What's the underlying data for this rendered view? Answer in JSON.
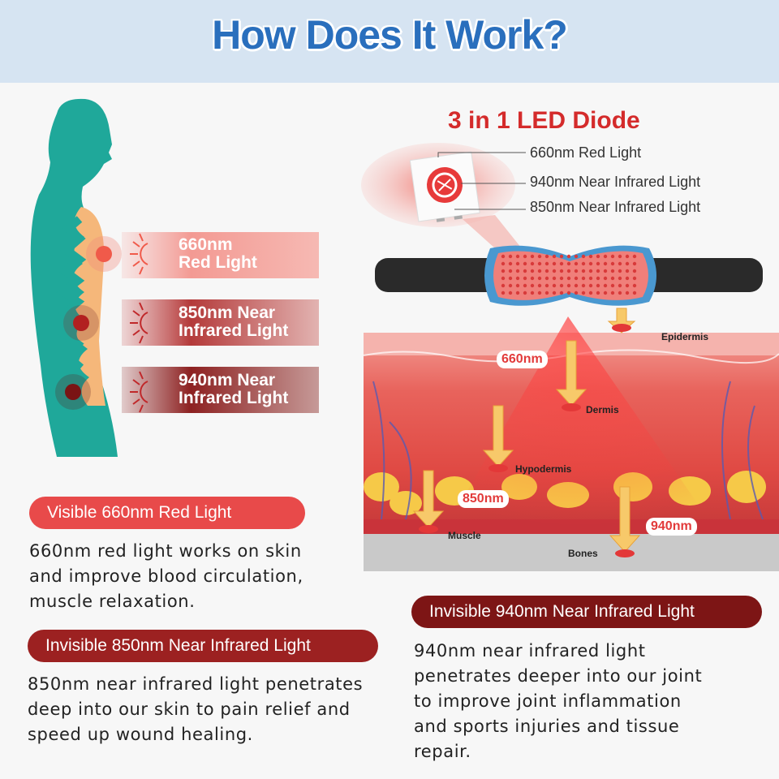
{
  "header": {
    "title": "How Does It Work?"
  },
  "left_figure": {
    "wavelengths": [
      {
        "line1": "660nm",
        "line2": "Red Light"
      },
      {
        "line1": "850nm Near",
        "line2": "Infrared Light"
      },
      {
        "line1": "940nm Near",
        "line2": "Infrared Light"
      }
    ]
  },
  "right_figure": {
    "diode_title": "3 in 1 LED Diode",
    "diode_labels": [
      "660nm Red Light",
      "940nm Near Infrared Light",
      "850nm Near Infrared Light"
    ],
    "layers": [
      "Epidermis",
      "Dermis",
      "Hypodermis",
      "Muscle",
      "Bones"
    ],
    "depth_tags": [
      "660nm",
      "850nm",
      "940nm"
    ]
  },
  "sections": {
    "red": {
      "title": "Visible 660nm Red Light",
      "lines": [
        "660nm red light works on skin",
        "and improve blood circulation,",
        "muscle relaxation."
      ]
    },
    "nir850": {
      "title": "Invisible 850nm Near Infrared Light",
      "lines": [
        "850nm near infrared light penetrates",
        "deep into our skin to pain relief and",
        "speed up wound healing."
      ]
    },
    "nir940": {
      "title": "Invisible 940nm Near Infrared Light",
      "lines": [
        "940nm near infrared light",
        "penetrates deeper into our joint",
        "to improve joint inflammation",
        "and sports injuries and tissue",
        "repair."
      ]
    }
  },
  "colors": {
    "header_bg": "#d6e4f2",
    "title_blue": "#2a6fbd",
    "red": "#e84a4a",
    "dark_red": "#9c2121",
    "teal": "#1ea99a"
  }
}
